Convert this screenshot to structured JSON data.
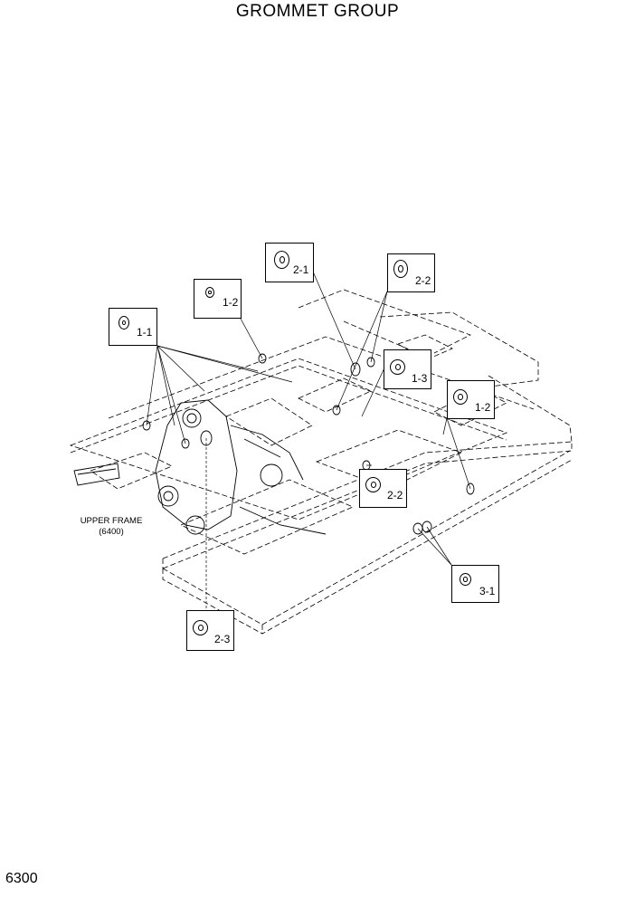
{
  "title": "GROMMET GROUP",
  "page_number": "6300",
  "frame_label": {
    "name": "UPPER FRAME",
    "part": "(6400)"
  },
  "callouts": [
    {
      "code": "1-1"
    },
    {
      "code": "1-2"
    },
    {
      "code": "2-1"
    },
    {
      "code": "2-2"
    },
    {
      "code": "1-3"
    },
    {
      "code": "1-2"
    },
    {
      "code": "2-2"
    },
    {
      "code": "3-1"
    },
    {
      "code": "2-3"
    }
  ]
}
